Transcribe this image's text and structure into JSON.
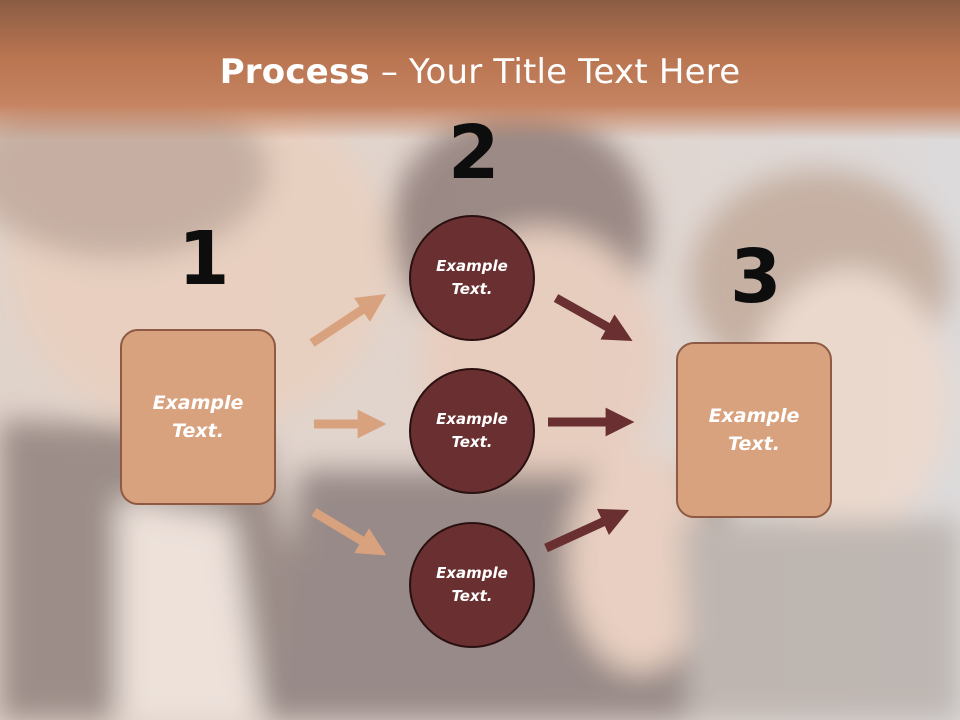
{
  "title": {
    "bold": "Process",
    "rest": " – Your Title Text Here"
  },
  "numbers": [
    "1",
    "2",
    "3"
  ],
  "left_box": {
    "line1": "Example",
    "line2": "Text."
  },
  "circles": [
    {
      "line1": "Example",
      "line2": "Text."
    },
    {
      "line1": "Example",
      "line2": "Text."
    },
    {
      "line1": "Example",
      "line2": "Text."
    }
  ],
  "right_box": {
    "line1": "Example",
    "line2": "Text."
  },
  "colors": {
    "box_fill": "#d9a27f",
    "circle_fill": "#6a3031",
    "arrow_light": "#d9a27f",
    "arrow_dark": "#6a3031",
    "title_band": "#c68462"
  }
}
